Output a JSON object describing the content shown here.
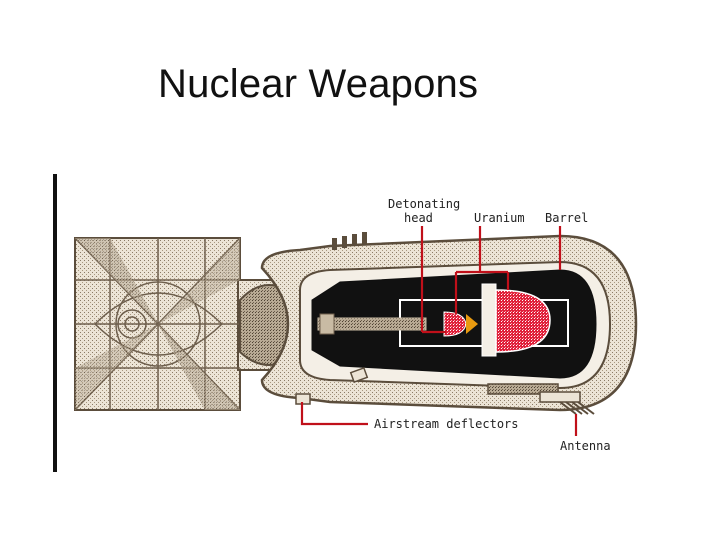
{
  "slide": {
    "title": "Nuclear Weapons"
  },
  "diagram": {
    "labels": {
      "detonating_head_line1": "Detonating",
      "detonating_head_line2": "head",
      "uranium": "Uranium",
      "barrel": "Barrel",
      "airstream_deflectors": "Airstream deflectors",
      "antenna": "Antenna"
    },
    "colors": {
      "casing": "#e8e0d2",
      "casing_dark": "#6e5f4d",
      "interior": "#111111",
      "callout_line": "#c0101a",
      "uranium": "#e0203a",
      "explosive": "#e89a10"
    }
  }
}
